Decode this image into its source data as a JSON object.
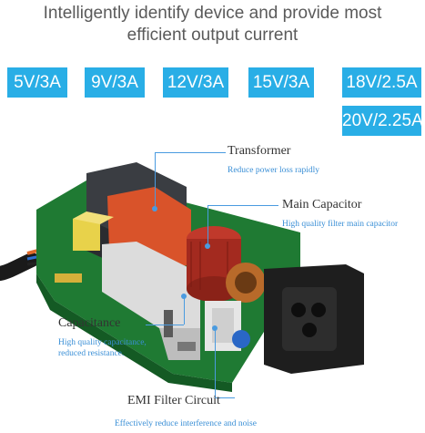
{
  "headline": {
    "line1": "Intelligently identify device and provide most",
    "line2": "efficient output current"
  },
  "badges": [
    "5V/3A",
    "9V/3A",
    "12V/3A",
    "15V/3A",
    "18V/2.5A",
    "20V/2.25A"
  ],
  "callouts": {
    "transformer": {
      "title": "Transformer",
      "desc": "Reduce power loss rapidly"
    },
    "main_capacitor": {
      "title": "Main Capacitor",
      "desc": "High quality filter main capacitor"
    },
    "capacitance": {
      "title": "Capacitance",
      "desc_line1": "High quality capacitance,",
      "desc_line2": "reduced resistance."
    },
    "emi_filter": {
      "title": "EMI Filter Circuit",
      "desc": "Effectively reduce interference and noise"
    }
  },
  "colors": {
    "badge": "#29aee6",
    "pointer": "#4a9be0",
    "headline": "#5a5a5a"
  }
}
